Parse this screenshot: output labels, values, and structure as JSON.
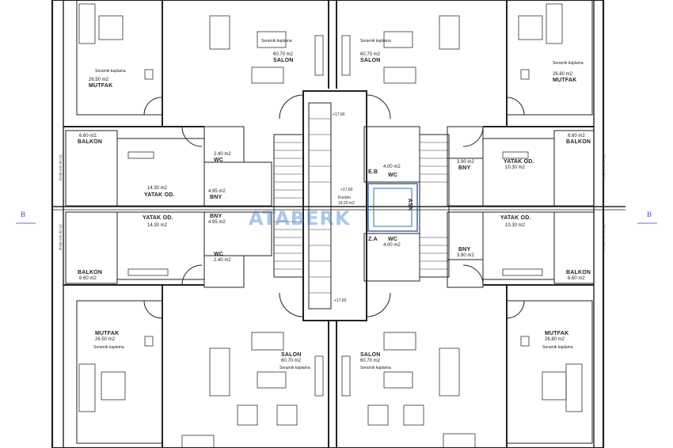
{
  "watermark": "ATABERK",
  "section_marker": "B",
  "dimension_note": "30 cm stor duvar",
  "rooms": {
    "salon_tl": {
      "name": "SALON",
      "area": "60.70 m2"
    },
    "salon_tr": {
      "name": "SALON",
      "area": "60.70 m2"
    },
    "salon_bl": {
      "name": "SALON",
      "area": "60.70 m2"
    },
    "salon_br": {
      "name": "SALON",
      "area": "60.70 m2"
    },
    "mutfak_tl": {
      "name": "MUTFAK",
      "area": "26.50 m2"
    },
    "mutfak_tr": {
      "name": "MUTFAK",
      "area": "26.80 m2"
    },
    "mutfak_bl": {
      "name": "MUTFAK",
      "area": "26.50 m2"
    },
    "mutfak_br": {
      "name": "MUTFAK",
      "area": "26.80 m2"
    },
    "balkon_tl": {
      "name": "BALKON",
      "area": "6.60 m2"
    },
    "balkon_tr": {
      "name": "BALKON",
      "area": "6.60 m2"
    },
    "balkon_bl": {
      "name": "BALKON",
      "area": "6.60 m2"
    },
    "balkon_br": {
      "name": "BALKON",
      "area": "6.60 m2"
    },
    "yatak_tl": {
      "name": "YATAK OD.",
      "area": "14.30 m2"
    },
    "yatak_bl": {
      "name": "YATAK OD.",
      "area": "14.30 m2"
    },
    "yatak_tr": {
      "name": "YATAK OD.",
      "area": "10.30 m2"
    },
    "yatak_br": {
      "name": "YATAK OD.",
      "area": "10.30 m2"
    },
    "wc_tl": {
      "name": "WC",
      "area": "2.40 m2"
    },
    "wc_bl": {
      "name": "WC",
      "area": "2.40 m2"
    },
    "bny_tl": {
      "name": "BNY",
      "area": "4.95 m2"
    },
    "bny_bl": {
      "name": "BNY",
      "area": "4.95 m2"
    },
    "bny_tr": {
      "name": "BNY",
      "area": "3.90 m2"
    },
    "bny_br": {
      "name": "BNY",
      "area": "3.90 m2"
    },
    "wc_mid_top": {
      "name": "WC",
      "area": "4.00 m2"
    },
    "wc_mid_bot": {
      "name": "WC",
      "area": "4.00 m2"
    },
    "eb": {
      "name": "E.B"
    },
    "za": {
      "name": "Z.A"
    },
    "koridor": {
      "name": "Koridor",
      "area": "19.20 m2"
    },
    "asn": {
      "name": "ASN"
    }
  },
  "levels": {
    "top": "+17.60",
    "mid": "+17.60",
    "bottom": "+17.60"
  },
  "floor_note": "Seramik kaplama"
}
